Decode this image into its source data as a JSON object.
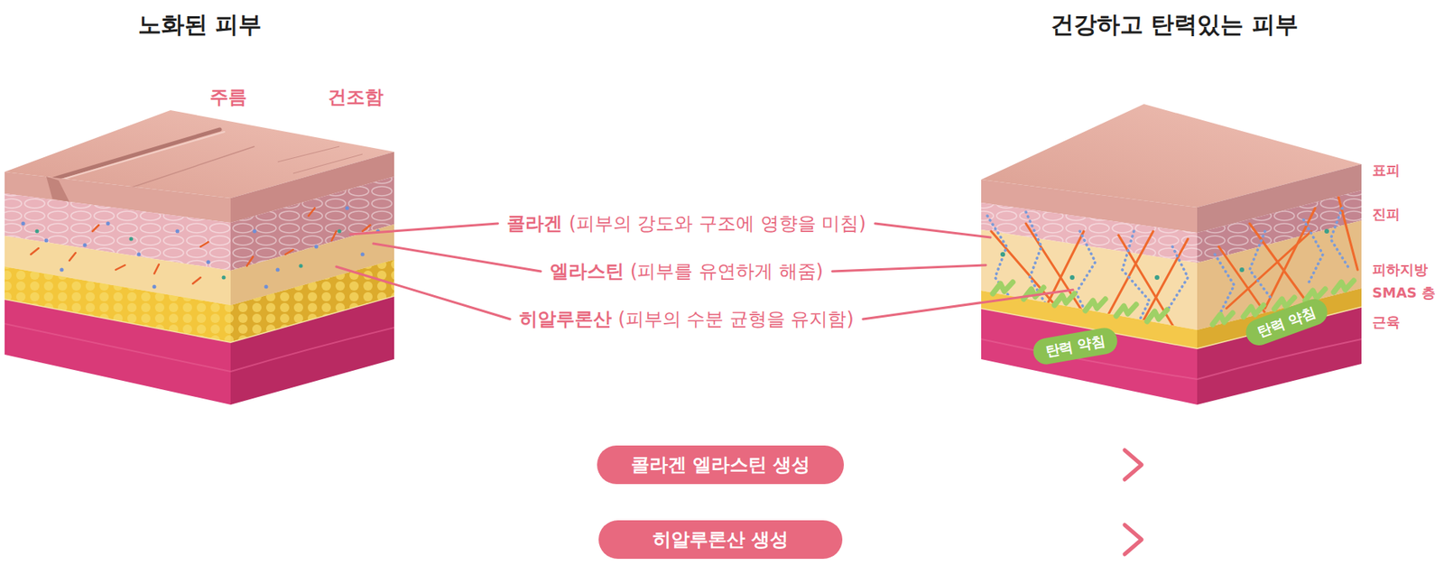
{
  "diagram": {
    "nodes": [
      {
        "text": [
          "탄력 약침"
        ]
      },
      {
        "text": [
          "탄력 약침"
        ]
      },
      {
        "text": [
          "콜라겐 엘라스틴 생성"
        ]
      },
      {
        "text": [
          "히알루론산 생성"
        ]
      }
    ],
    "labels": [
      "노화된 피부",
      "건강하고 탄력있는 피부",
      "주름",
      "건조함",
      "콜라겐",
      "(피부의 강도와 구조에 영향을 미침)",
      "엘라스틴",
      "(피부를 유연하게 해줌)",
      "히알루론산",
      "(피부의 수분 균형을 유지함)",
      "표피",
      "진피",
      "피하지방",
      "SMAS 층",
      "근육"
    ]
  }
}
